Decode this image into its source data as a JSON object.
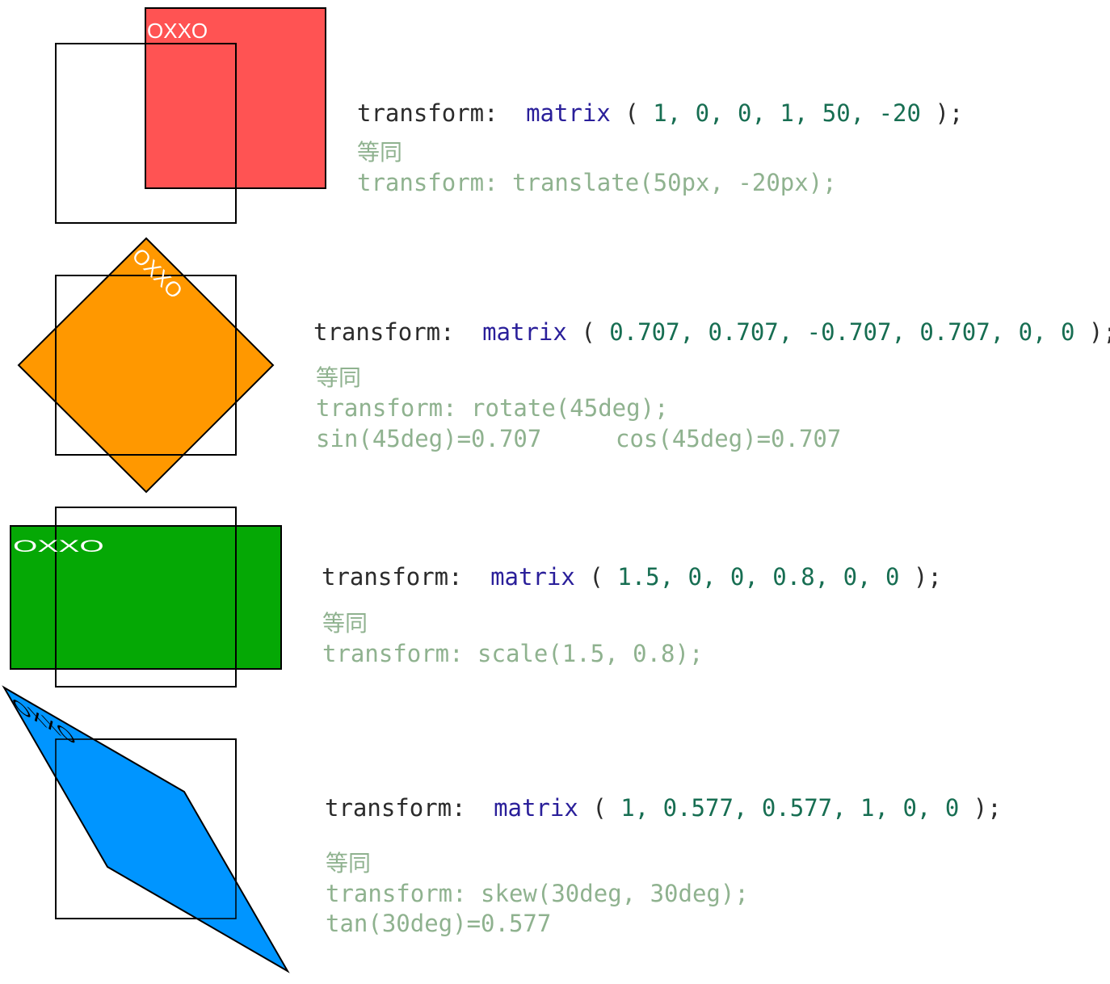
{
  "colors": {
    "red": "#ff5353",
    "orange": "#ff9800",
    "green": "#05a805",
    "blue": "#0095ff",
    "keyword": "#2b2b2b",
    "fn": "#2a1f9a",
    "num": "#176e52",
    "comment": "#8fb28f"
  },
  "panels": [
    {
      "box_text": "OXXO",
      "code": {
        "prop": "transform:",
        "fn": "matrix",
        "args": "1, 0, 0, 1, 50, -20"
      },
      "equiv_label": "等同",
      "notes": [
        "transform: translate(50px, -20px);"
      ]
    },
    {
      "box_text": "OXXO",
      "code": {
        "prop": "transform:",
        "fn": "matrix",
        "args": "0.707, 0.707, -0.707, 0.707, 0, 0"
      },
      "equiv_label": "等同",
      "notes": [
        "transform: rotate(45deg);",
        "sin(45deg)=0.707",
        "cos(45deg)=0.707"
      ]
    },
    {
      "box_text": "OXXO",
      "code": {
        "prop": "transform:",
        "fn": "matrix",
        "args": "1.5, 0, 0, 0.8, 0, 0"
      },
      "equiv_label": "等同",
      "notes": [
        "transform: scale(1.5, 0.8);"
      ]
    },
    {
      "box_text": "OXXO",
      "code": {
        "prop": "transform:",
        "fn": "matrix",
        "args": "1, 0.577, 0.577, 1, 0, 0"
      },
      "equiv_label": "等同",
      "notes": [
        "transform: skew(30deg, 30deg);",
        "tan(30deg)=0.577"
      ]
    }
  ]
}
